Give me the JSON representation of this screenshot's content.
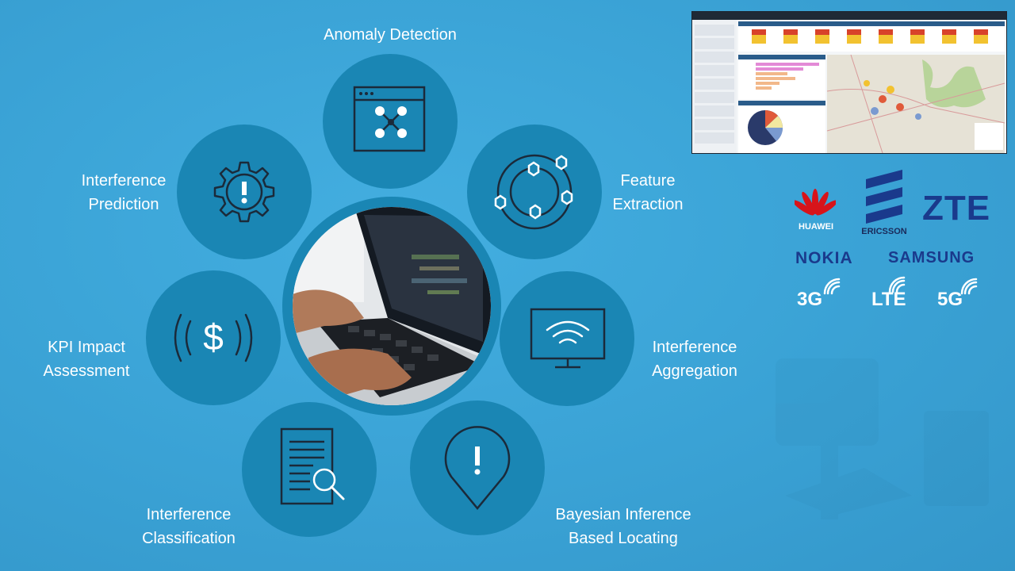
{
  "steps": {
    "anomaly_detection": "Anomaly Detection",
    "feature_extraction": [
      "Feature",
      "Extraction"
    ],
    "interference_aggregation": [
      "Interference",
      "Aggregation"
    ],
    "bayesian_locating": [
      "Bayesian Inference",
      "Based Locating"
    ],
    "interference_classification": [
      "Interference",
      "Classification"
    ],
    "kpi_impact": [
      "KPI Impact",
      "Assessment"
    ],
    "interference_prediction": [
      "Interference",
      "Prediction"
    ]
  },
  "vendors": {
    "huawei": "HUAWEI",
    "ericsson": "ERICSSON",
    "zte": "ZTE",
    "nokia": "NOKIA",
    "samsung": "SAMSUNG"
  },
  "networks": [
    "3G",
    "LTE",
    "5G"
  ],
  "icons": {
    "anomaly": "drone-window-icon",
    "feature": "hexagon-orbit-icon",
    "aggregation": "monitor-signal-icon",
    "locating": "map-pin-alert-icon",
    "classification": "document-search-icon",
    "kpi": "dollar-signal-icon",
    "prediction": "gear-alert-icon"
  },
  "colors": {
    "background": "#3aa3d6",
    "node": "#1a86b4",
    "icon_stroke": "#1b2a3a",
    "text": "#ffffff",
    "vendor_blue": "#1a3a8c",
    "huawei_red": "#d7141a"
  }
}
